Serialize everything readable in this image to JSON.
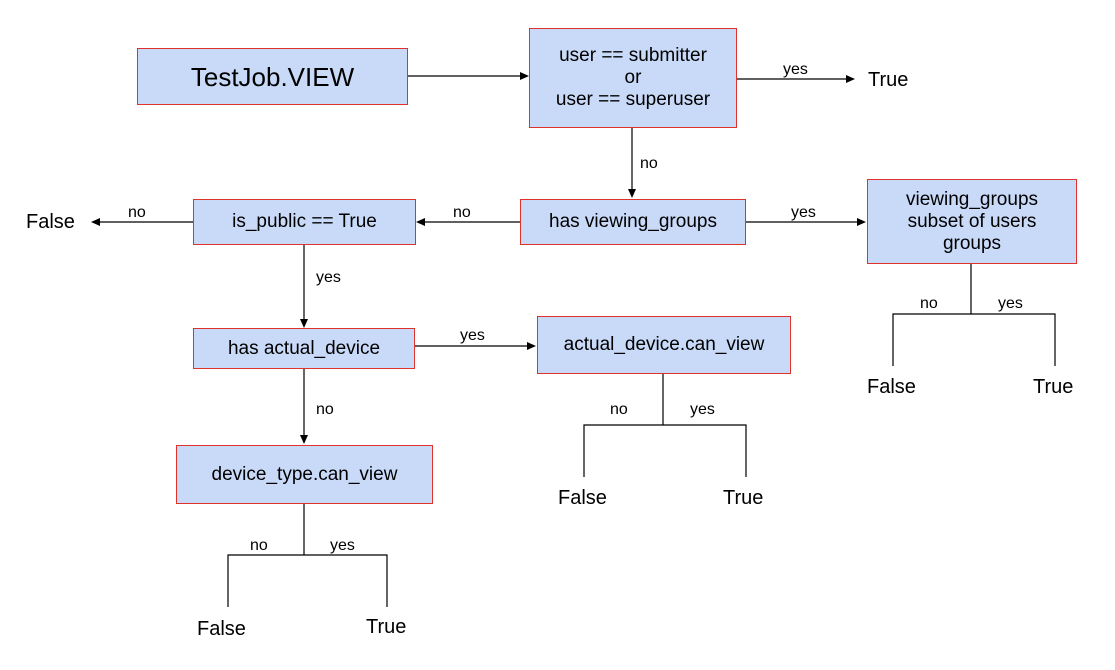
{
  "nodes": {
    "root": "TestJob.VIEW",
    "submitter": [
      "user == submitter",
      "or",
      "user == superuser"
    ],
    "has_viewing_groups": "has viewing_groups",
    "viewing_groups_subset": [
      "viewing_groups",
      "subset of users",
      "groups"
    ],
    "is_public": "is_public == True",
    "has_actual_device": "has actual_device",
    "actual_device_can_view": "actual_device.can_view",
    "device_type_can_view": "device_type.can_view"
  },
  "edges": {
    "submitter_yes": "yes",
    "submitter_no": "no",
    "viewing_groups_no": "no",
    "viewing_groups_yes": "yes",
    "is_public_no": "no",
    "is_public_yes": "yes",
    "actual_device_yes": "yes",
    "actual_device_no": "no",
    "vg_subset_no": "no",
    "vg_subset_yes": "yes",
    "adcv_no": "no",
    "adcv_yes": "yes",
    "dtcv_no": "no",
    "dtcv_yes": "yes"
  },
  "outcomes": {
    "submitter_true": "True",
    "is_public_false": "False",
    "vg_subset_false": "False",
    "vg_subset_true": "True",
    "adcv_false": "False",
    "adcv_true": "True",
    "dtcv_false": "False",
    "dtcv_true": "True"
  }
}
